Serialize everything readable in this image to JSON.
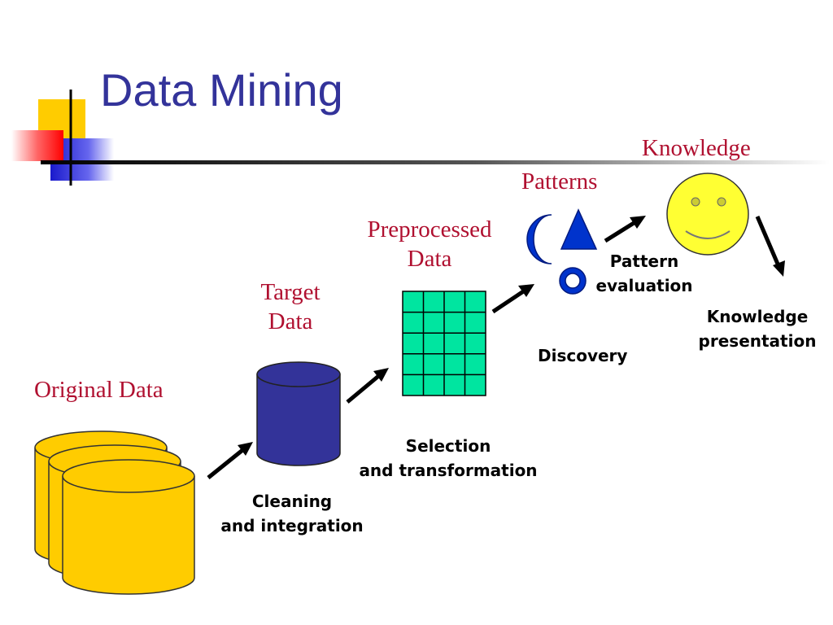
{
  "slide": {
    "title": "Data Mining"
  },
  "stages": {
    "knowledge": "Knowledge",
    "patterns": "Patterns",
    "preprocessed_data": {
      "line1": "Preprocessed",
      "line2": "Data"
    },
    "target_data": {
      "line1": "Target",
      "line2": "Data"
    },
    "original_data": "Original Data"
  },
  "steps": {
    "pattern_evaluation": {
      "line1": "Pattern",
      "line2": "evaluation"
    },
    "knowledge_presentation": {
      "line1": "Knowledge",
      "line2": "presentation"
    },
    "discovery": "Discovery",
    "selection": {
      "line1": "Selection",
      "line2": "and transformation"
    },
    "cleaning": {
      "line1": "Cleaning",
      "line2": "and integration"
    }
  },
  "colors": {
    "title": "#33339a",
    "stage_label": "#b01030",
    "original_data_cylinders": "#ffcc00",
    "target_data_cylinder": "#333399",
    "preprocessed_grid": "#00e5a0",
    "pattern_shapes": "#0033cc",
    "smiley": "#ffff33"
  }
}
